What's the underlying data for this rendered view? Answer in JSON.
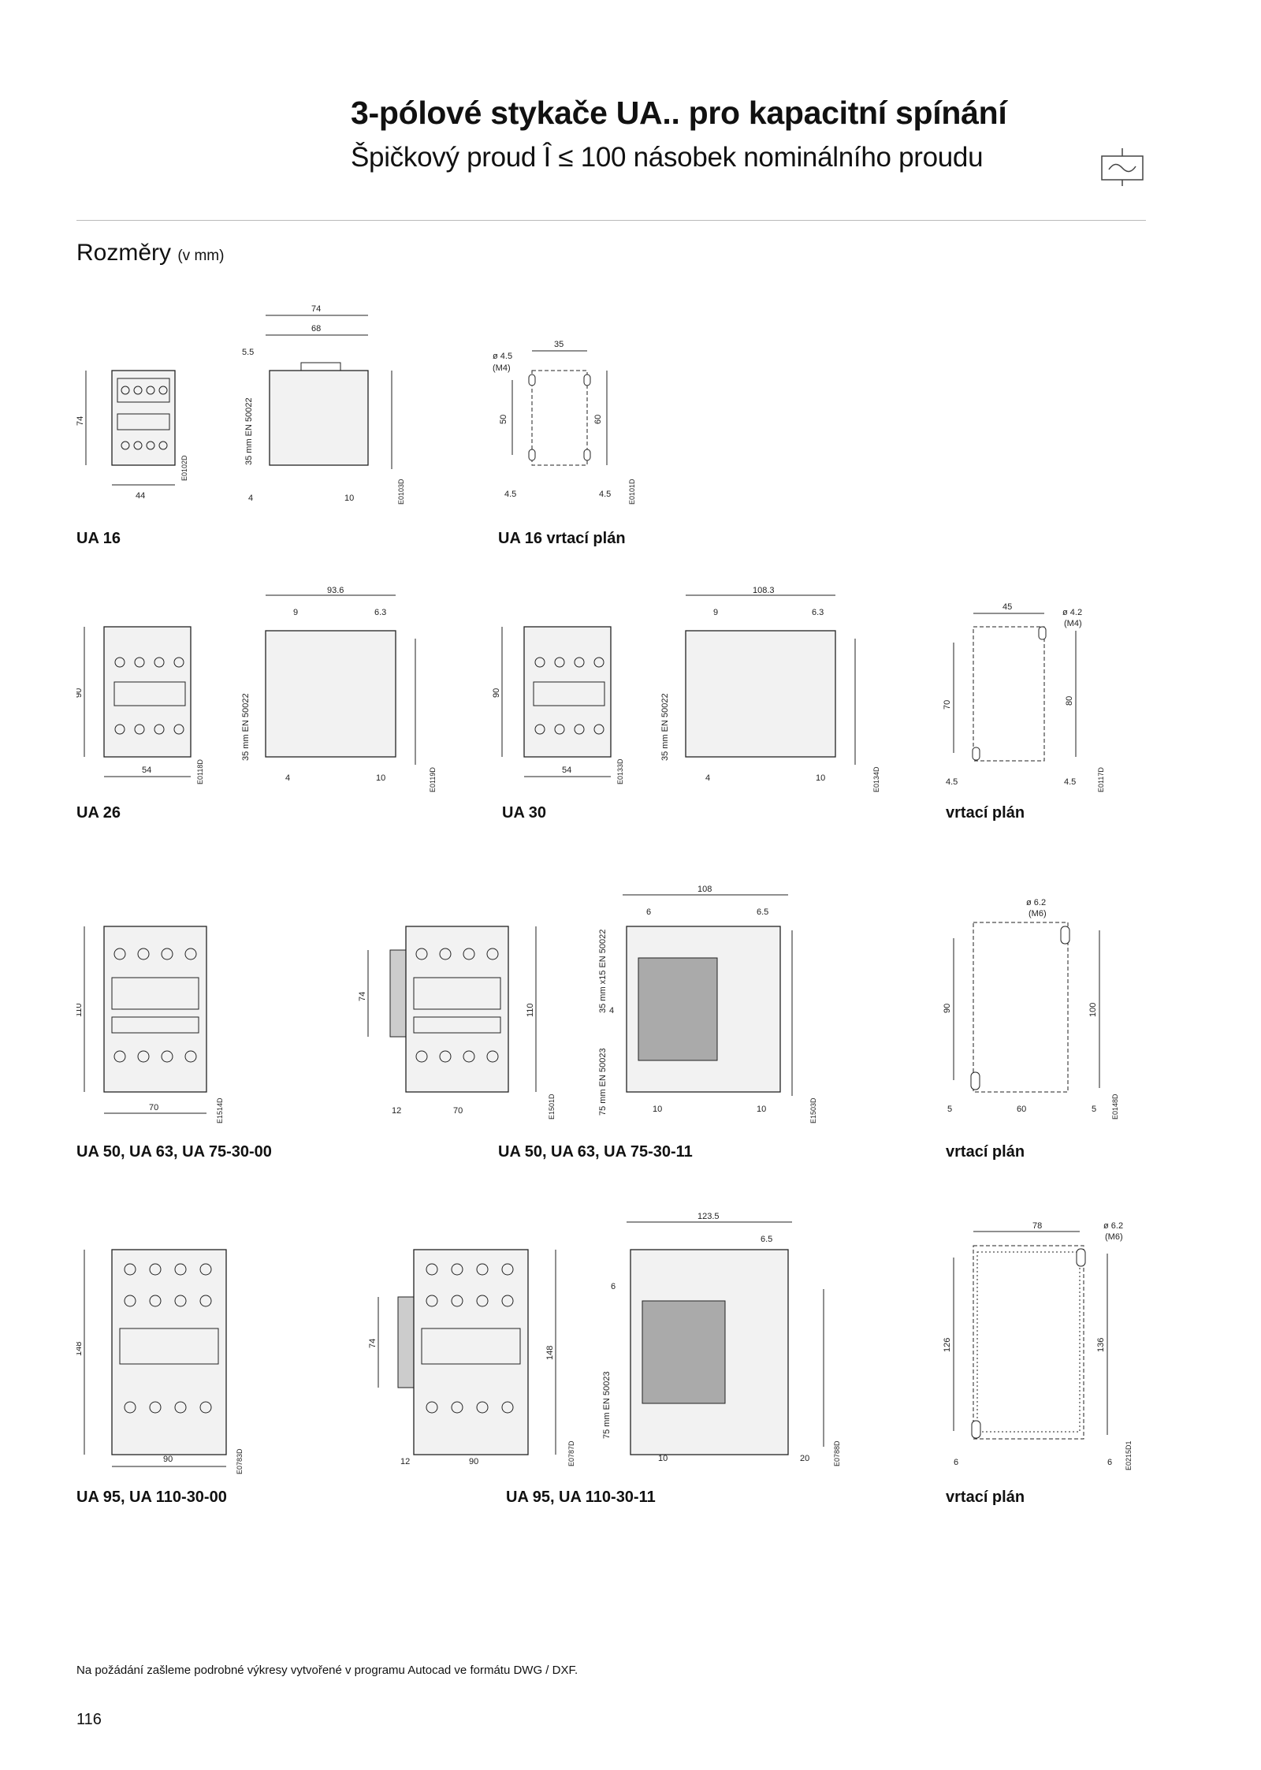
{
  "header": {
    "title": "3-pólové stykače UA.. pro kapacitní spínání",
    "subtitle": "Špičkový proud Î ≤ 100 násobek nominálního proudu",
    "symbol_icon": "capacitor-ac-icon"
  },
  "section": {
    "title": "Rozměry",
    "unit": "(v mm)"
  },
  "figures": [
    {
      "caption": "UA 16",
      "codes": [
        "E0102D",
        "E0103D"
      ],
      "dims": [
        "74",
        "44",
        "74",
        "68",
        "5.5",
        "4",
        "10",
        "35 mm EN 50022"
      ]
    },
    {
      "caption": "UA 16 vrtací plán",
      "codes": [
        "E0101D"
      ],
      "dims": [
        "35",
        "ø 4.5",
        "(M4)",
        "50",
        "60",
        "4.5",
        "4.5"
      ]
    },
    {
      "caption": "UA 26",
      "codes": [
        "E0118D",
        "E0119D"
      ],
      "dims": [
        "90",
        "54",
        "93.6",
        "9",
        "6.3",
        "4",
        "10",
        "35 mm EN 50022"
      ]
    },
    {
      "caption": "UA 30",
      "codes": [
        "E0133D",
        "E0134D"
      ],
      "dims": [
        "90",
        "54",
        "108.3",
        "9",
        "6.3",
        "4",
        "10",
        "35 mm EN 50022"
      ]
    },
    {
      "caption": "vrtací plán",
      "codes": [
        "E0117D"
      ],
      "dims": [
        "45",
        "ø 4.2",
        "(M4)",
        "70",
        "80",
        "4.5",
        "4.5"
      ]
    },
    {
      "caption": "UA 50, UA 63, UA 75-30-00",
      "codes": [
        "E1514D"
      ],
      "dims": [
        "110",
        "70"
      ]
    },
    {
      "caption": "UA 50, UA 63, UA 75-30-11",
      "codes": [
        "E1501D",
        "E1503D"
      ],
      "dims": [
        "74",
        "110",
        "12",
        "70",
        "108",
        "6",
        "6.5",
        "4",
        "10",
        "10",
        "35 mm x15 EN 50022",
        "75 mm EN 50023"
      ]
    },
    {
      "caption": "vrtací plán",
      "codes": [
        "E0148D"
      ],
      "dims": [
        "ø 6.2",
        "(M6)",
        "90",
        "100",
        "5",
        "60",
        "5"
      ]
    },
    {
      "caption": "UA 95, UA 110-30-00",
      "codes": [
        "E0783D"
      ],
      "dims": [
        "148",
        "90"
      ]
    },
    {
      "caption": "UA 95, UA 110-30-11",
      "codes": [
        "E0787D",
        "E0788D"
      ],
      "dims": [
        "74",
        "148",
        "12",
        "90",
        "123.5",
        "6.5",
        "6",
        "10",
        "20",
        "75 mm EN 50023"
      ]
    },
    {
      "caption": "vrtací plán",
      "codes": [
        "E0215D1"
      ],
      "dims": [
        "78",
        "ø 6.2",
        "(M6)",
        "126",
        "136",
        "6",
        "6"
      ]
    }
  ],
  "footnote": "Na požádání zašleme podrobné výkresy vytvořené v programu Autocad ve formátu DWG / DXF.",
  "page_number": "116"
}
